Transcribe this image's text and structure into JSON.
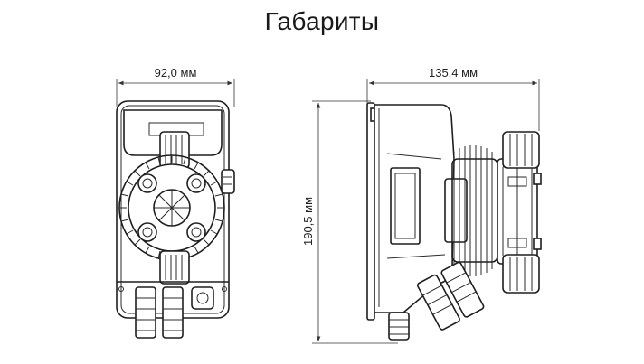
{
  "title": "Габариты",
  "dimensions": {
    "front_width": "92,0 мм",
    "side_depth": "135,4 мм",
    "height": "190,5 мм"
  }
}
